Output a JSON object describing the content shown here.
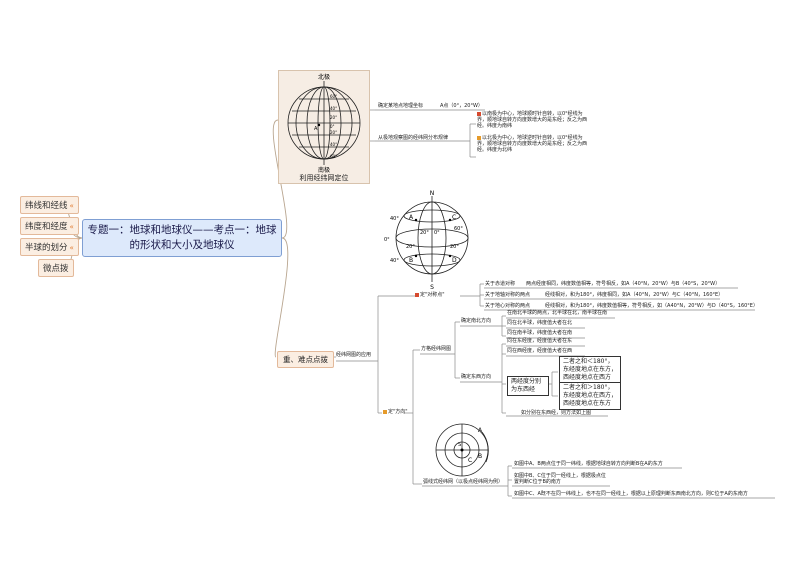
{
  "central": {
    "line1": "专题一：地球和地球仪——考点一：地球",
    "line2": "的形状和大小及地球仪"
  },
  "left_nodes": [
    "纬线和经线",
    "纬度和经度",
    "半球的划分",
    "微点拨"
  ],
  "globe1": {
    "north": "北极",
    "south": "南极",
    "caption": "利用经纬网定位",
    "point": "A",
    "lat_labels": [
      "60°",
      "40°",
      "20°",
      "0°",
      "20°",
      "40°",
      "60°"
    ]
  },
  "branch_locate": {
    "label": "确定某地点地理坐标",
    "value": "A点（0°，20°W）"
  },
  "branch_rotation": {
    "label": "从极地观察图的经纬网分布规律",
    "items": [
      {
        "text": "以南极为中心，地球顺时针自转，以0°经线为界，顺地球自转方向度数增大的是东经；反之为西经。纬度为南纬"
      },
      {
        "text": "以北极为中心，地球逆时针自转，以0°经线为界，顺地球自转方向度数增大的是东经；反之为西经。纬度为北纬"
      }
    ]
  },
  "globe2": {
    "labels": [
      "N",
      "S",
      "A",
      "B",
      "C",
      "D",
      "60°",
      "40°",
      "20°",
      "0°",
      "20°",
      "40°",
      "0°",
      "20°"
    ]
  },
  "key_points": {
    "label": "重、难点点拨",
    "sub": "经纬网图的应用"
  },
  "symmetry": {
    "label": "定\"对称点\"",
    "items": [
      {
        "k": "关于赤道对称",
        "v": "两点经度相同，纬度数值相等，符号相反，如A（40°N，20°W）与B（40°S，20°W）"
      },
      {
        "k": "关于地轴对称的两点",
        "v": "经线相对，和为180°，纬度相同，如A（40°N，20°W）与C（40°N，160°E）"
      },
      {
        "k": "关于地心对称的两点",
        "v": "经线相对，和为180°，纬度数值相等，符号相反，如（A40°N，20°W）与D（40°S，160°E）"
      }
    ]
  },
  "direction": {
    "label": "定\"方向\"",
    "grid_label": "方格经纬网图",
    "ns_label": "确定南北方向",
    "ns_items": [
      "在南北半球的两点，北半球在北，南半球在南",
      "同在北半球，纬度值大者在北",
      "同在南半球，纬度值大者在南"
    ],
    "ew_label": "确定东西方向",
    "ew_items": [
      "同在东经度，经度值大者在东",
      "同在西经度，经度值大者在西"
    ],
    "split_label": "两经度分别为东西经",
    "box1": "二者之和＜180°，东经度地点在东方，西经度地点在西方",
    "box2": "二者之和＞180°，东经度地点在西方，西经度地点在东方",
    "note": "如分别在东西经，则方法如上图",
    "polar_label": "弧线式经纬网（以极点经纬网为例）",
    "polar_items": [
      "如图中A、B两点位于同一纬线，根据地球自转方向判断B在A的东方",
      "如图中B、C位于同一经线上，根据极点位置判断C位于B的南方",
      "如图中C、A既不在同一纬线上，也不在同一经线上，根据以上原理判断东西南北方向，则C位于A的东南方"
    ]
  }
}
